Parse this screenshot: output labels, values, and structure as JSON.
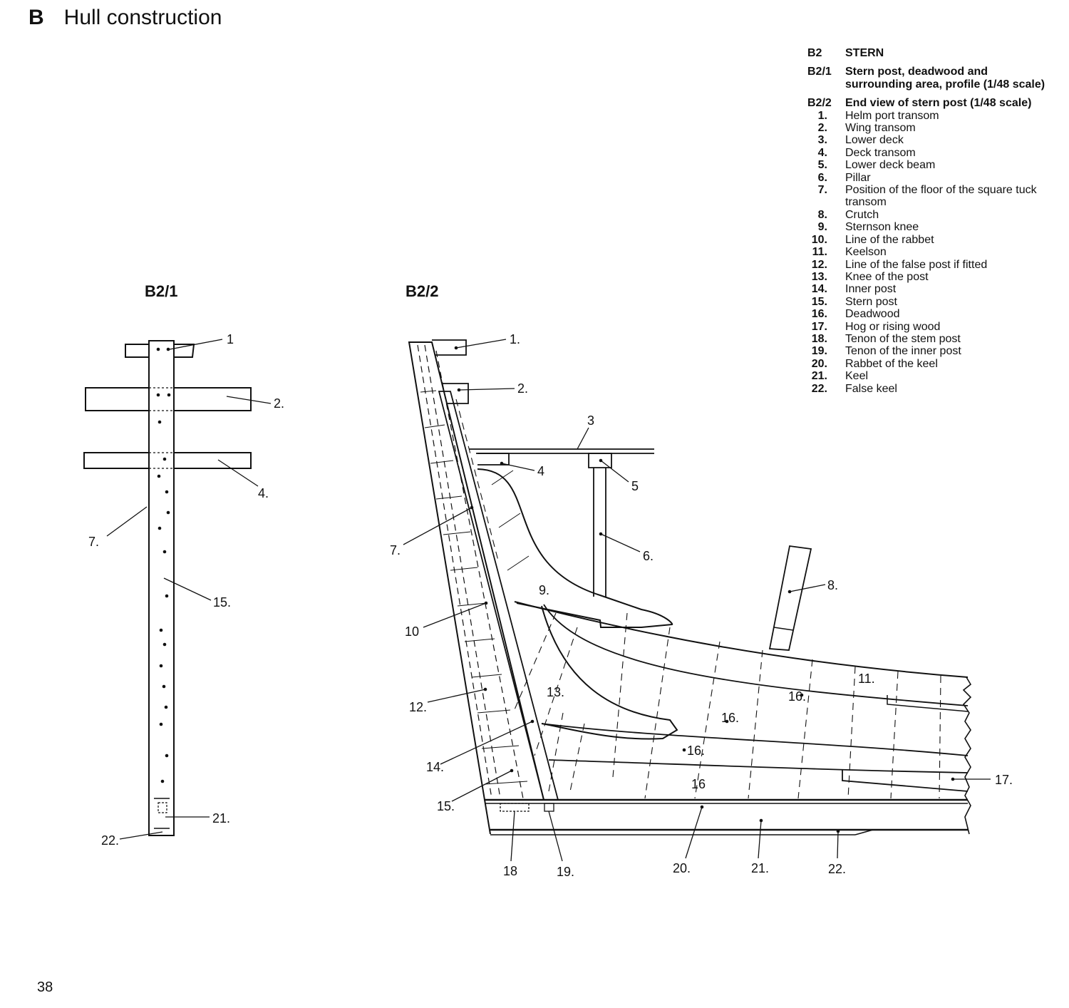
{
  "header": {
    "letter": "B",
    "title": "Hull construction"
  },
  "legend": {
    "sections": [
      {
        "code": "B2",
        "text": "STERN"
      },
      {
        "code": "B2/1",
        "text": "Stern post, deadwood and surrounding area, profile (1/48 scale)"
      },
      {
        "code": "B2/2",
        "text": "End view of stern post (1/48 scale)"
      }
    ],
    "items": [
      {
        "num": "1.",
        "label": "Helm port transom"
      },
      {
        "num": "2.",
        "label": "Wing transom"
      },
      {
        "num": "3.",
        "label": "Lower deck"
      },
      {
        "num": "4.",
        "label": "Deck transom"
      },
      {
        "num": "5.",
        "label": "Lower deck beam"
      },
      {
        "num": "6.",
        "label": "Pillar"
      },
      {
        "num": "7.",
        "label": "Position of the floor of the square tuck transom"
      },
      {
        "num": "8.",
        "label": "Crutch"
      },
      {
        "num": "9.",
        "label": "Sternson knee"
      },
      {
        "num": "10.",
        "label": "Line of the rabbet"
      },
      {
        "num": "11.",
        "label": "Keelson"
      },
      {
        "num": "12.",
        "label": "Line of the false post if fitted"
      },
      {
        "num": "13.",
        "label": "Knee of the post"
      },
      {
        "num": "14.",
        "label": "Inner post"
      },
      {
        "num": "15.",
        "label": "Stern post"
      },
      {
        "num": "16.",
        "label": "Deadwood"
      },
      {
        "num": "17.",
        "label": "Hog or rising wood"
      },
      {
        "num": "18.",
        "label": "Tenon of the stem post"
      },
      {
        "num": "19.",
        "label": "Tenon of the inner post"
      },
      {
        "num": "20.",
        "label": "Rabbet of the keel"
      },
      {
        "num": "21.",
        "label": "Keel"
      },
      {
        "num": "22.",
        "label": "False keel"
      }
    ]
  },
  "figures": {
    "fig1": {
      "title": "B2/1",
      "callouts": [
        "1",
        "2.",
        "4.",
        "7.",
        "15.",
        "21.",
        "22."
      ]
    },
    "fig2": {
      "title": "B2/2",
      "callouts": [
        "1.",
        "2.",
        "3",
        "4",
        "5",
        "6.",
        "7.",
        "8.",
        "9.",
        "10",
        "11.",
        "12.",
        "13.",
        "14.",
        "15.",
        "16.",
        "16.",
        "16.",
        "16",
        "17.",
        "18",
        "19.",
        "20.",
        "21.",
        "22."
      ]
    }
  },
  "page_number": "38"
}
